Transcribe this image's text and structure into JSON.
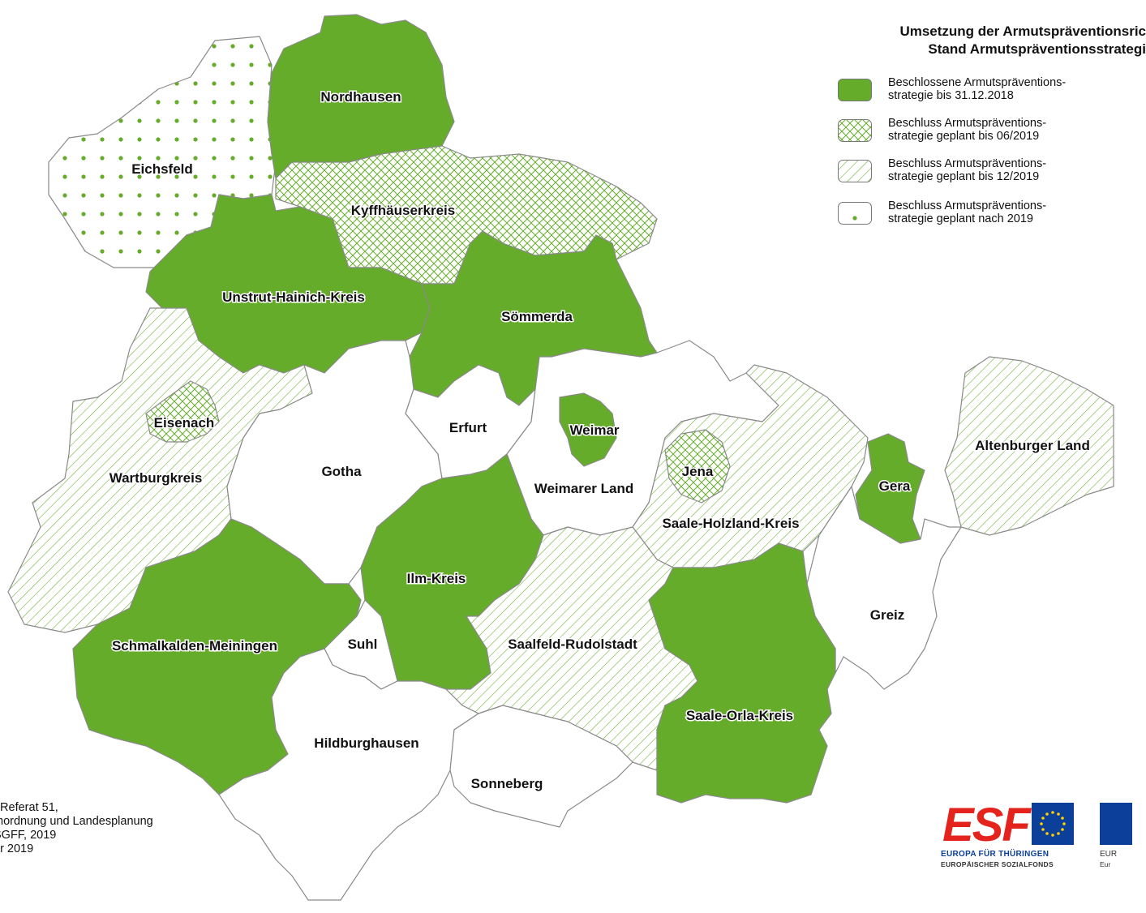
{
  "legend": {
    "title_line1": "Umsetzung der Armutspräventionsric",
    "title_line2": "Stand Armutspräventionsstrategi",
    "items": [
      {
        "line1": "Beschlossene Armutspräventions-",
        "line2": "strategie bis 31.12.2018",
        "pattern": "solid"
      },
      {
        "line1": "Beschluss Armutspräventions-",
        "line2": "strategie geplant bis 06/2019",
        "pattern": "crosshatch"
      },
      {
        "line1": "Beschluss Armutspräventions-",
        "line2": "strategie geplant bis 12/2019",
        "pattern": "diagonal"
      },
      {
        "line1": "Beschluss Armutspräventions-",
        "line2": "strategie geplant nach 2019",
        "pattern": "dots"
      }
    ]
  },
  "colors": {
    "green": "#66ac2b",
    "hatch_stroke": "#66ac2b",
    "border": "#8a8a8a",
    "esf_red": "#e3231c",
    "eu_blue": "#0b3f99"
  },
  "regions": [
    {
      "name": "Nordhausen",
      "status": "solid"
    },
    {
      "name": "Eichsfeld",
      "status": "dots"
    },
    {
      "name": "Kyffhäuserkreis",
      "status": "crosshatch"
    },
    {
      "name": "Unstrut-Hainich-Kreis",
      "status": "solid"
    },
    {
      "name": "Sömmerda",
      "status": "solid"
    },
    {
      "name": "Eisenach",
      "status": "crosshatch"
    },
    {
      "name": "Wartburgkreis",
      "status": "diagonal"
    },
    {
      "name": "Gotha",
      "status": "none"
    },
    {
      "name": "Erfurt",
      "status": "none"
    },
    {
      "name": "Weimar",
      "status": "solid"
    },
    {
      "name": "Weimarer Land",
      "status": "none"
    },
    {
      "name": "Jena",
      "status": "crosshatch"
    },
    {
      "name": "Saale-Holzland-Kreis",
      "status": "diagonal"
    },
    {
      "name": "Gera",
      "status": "solid"
    },
    {
      "name": "Altenburger Land",
      "status": "diagonal"
    },
    {
      "name": "Ilm-Kreis",
      "status": "solid"
    },
    {
      "name": "Saalfeld-Rudolstadt",
      "status": "diagonal"
    },
    {
      "name": "Greiz",
      "status": "none"
    },
    {
      "name": "Schmalkalden-Meiningen",
      "status": "solid"
    },
    {
      "name": "Suhl",
      "status": "none"
    },
    {
      "name": "Saale-Orla-Kreis",
      "status": "solid"
    },
    {
      "name": "Hildburghausen",
      "status": "none"
    },
    {
      "name": "Sonneberg",
      "status": "none"
    }
  ],
  "credits": {
    "line1": ", Referat 51,",
    "line2": "mordnung und Landesplanung",
    "line3": "SGFF, 2019",
    "line4": "ar 2019"
  },
  "logo": {
    "esf": "ESF",
    "sub1": "EUROPA FÜR THÜRINGEN",
    "sub2": "EUROPÄISCHER SOZIALFONDS",
    "sub3": "EUR",
    "sub4": "Eur"
  }
}
